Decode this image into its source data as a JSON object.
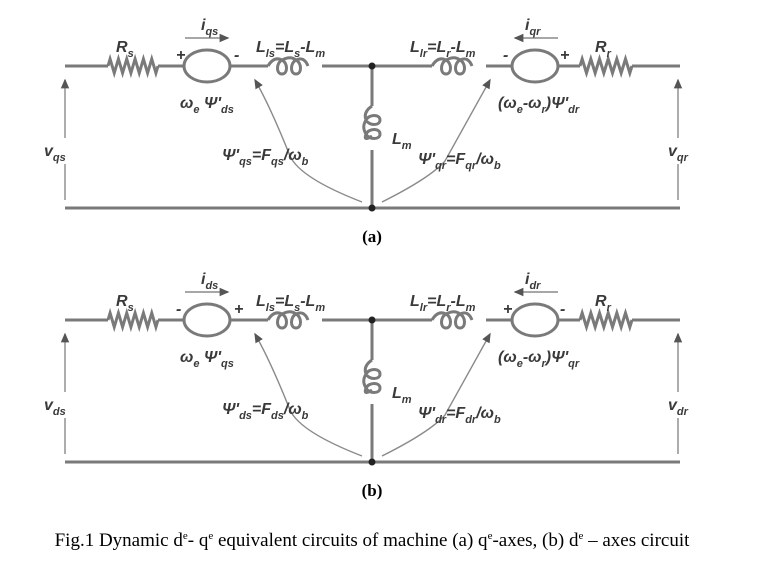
{
  "circuit_a": {
    "panel_label": "(a)",
    "current_stator": [
      "i",
      "qs"
    ],
    "resistor_stator": [
      "R",
      "s"
    ],
    "inductor_stator": [
      "L",
      "ls",
      "=L",
      "s",
      "-L",
      "m"
    ],
    "source_stator": [
      "ω",
      "e",
      " Ψ'",
      "ds"
    ],
    "source_stator_polarity": [
      "+",
      "-"
    ],
    "flux_stator": [
      "Ψ'",
      "qs",
      "=F",
      "qs",
      "/ω",
      "b"
    ],
    "magnetizing": [
      "L",
      "m"
    ],
    "inductor_rotor": [
      "L",
      "lr",
      "=L",
      "r",
      "-L",
      "m"
    ],
    "current_rotor": [
      "i",
      "qr"
    ],
    "resistor_rotor": [
      "R",
      "r"
    ],
    "source_rotor": [
      "(ω",
      "e",
      "-ω",
      "r",
      ")Ψ'",
      "dr"
    ],
    "source_rotor_polarity": [
      "-",
      "+"
    ],
    "flux_rotor": [
      "Ψ'",
      "qr",
      "=F",
      "qr",
      "/ω",
      "b"
    ],
    "voltage_stator": [
      "v",
      "qs"
    ],
    "voltage_rotor": [
      "v",
      "qr"
    ]
  },
  "circuit_b": {
    "panel_label": "(b)",
    "current_stator": [
      "i",
      "ds"
    ],
    "resistor_stator": [
      "R",
      "s"
    ],
    "inductor_stator": [
      "L",
      "ls",
      "=L",
      "s",
      "-L",
      "m"
    ],
    "source_stator": [
      "ω",
      "e",
      " Ψ'",
      "qs"
    ],
    "source_stator_polarity": [
      "-",
      "+"
    ],
    "flux_stator": [
      "Ψ'",
      "ds",
      "=F",
      "ds",
      "/ω",
      "b"
    ],
    "magnetizing": [
      "L",
      "m"
    ],
    "inductor_rotor": [
      "L",
      "lr",
      "=L",
      "r",
      "-L",
      "m"
    ],
    "current_rotor": [
      "i",
      "dr"
    ],
    "resistor_rotor": [
      "R",
      "r"
    ],
    "source_rotor": [
      "(ω",
      "e",
      "-ω",
      "r",
      ")Ψ'",
      "qr"
    ],
    "source_rotor_polarity": [
      "+",
      "-"
    ],
    "flux_rotor": [
      "Ψ'",
      "dr",
      "=F",
      "dr",
      "/ω",
      "b"
    ],
    "voltage_stator": [
      "v",
      "ds"
    ],
    "voltage_rotor": [
      "v",
      "dr"
    ]
  },
  "caption": [
    "Fig.1 Dynamic d",
    "e",
    "- q",
    "e",
    " equivalent circuits of machine (a) q",
    "e",
    "-axes, (b) d",
    "e",
    " – axes circuit"
  ]
}
